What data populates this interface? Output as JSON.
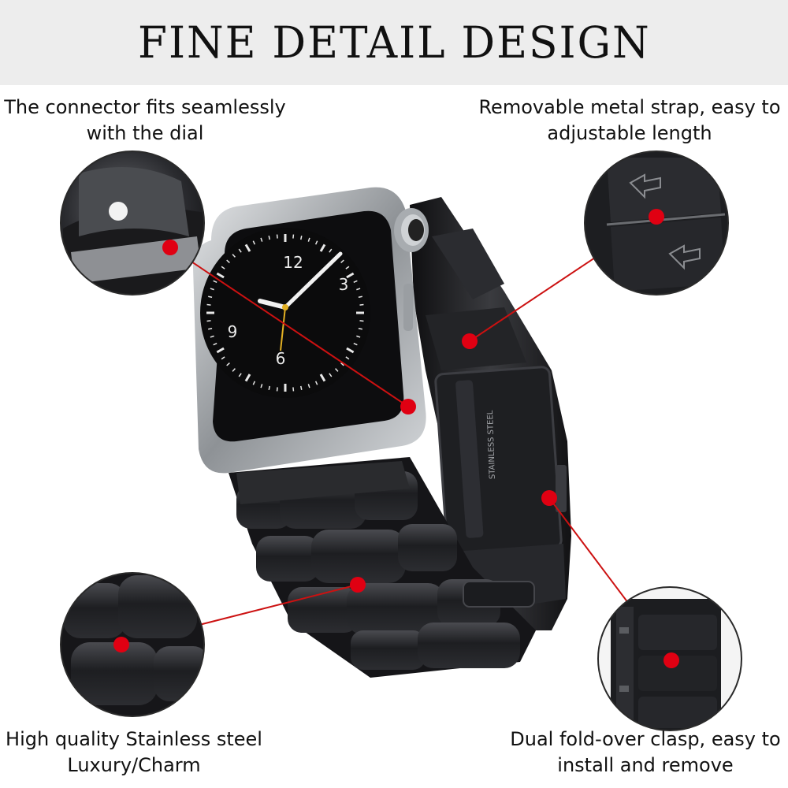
{
  "header": {
    "title": "FINE DETAIL DESIGN"
  },
  "callouts": {
    "top_left": {
      "line1": "The connector fits seamlessly",
      "line2": "with the dial",
      "icon": "connector-detail"
    },
    "top_right": {
      "line1": "Removable metal strap, easy to",
      "line2": "adjustable length",
      "icon": "removable-link-detail"
    },
    "bottom_left": {
      "line1": "High quality Stainless steel",
      "line2": "Luxury/Charm",
      "icon": "stainless-links-detail"
    },
    "bottom_right": {
      "line1": "Dual fold-over clasp, easy to",
      "line2": "install and remove",
      "icon": "clasp-detail"
    }
  },
  "watch": {
    "dial_numbers": [
      "12",
      "3",
      "6",
      "9"
    ],
    "clasp_engraving": "STAINLESS STEEL"
  },
  "colors": {
    "marker": "#e00012",
    "leader_line": "#cc1111",
    "band": "#1c1c1e",
    "case": "#b8bcc0",
    "header_bg": "#ededed"
  }
}
